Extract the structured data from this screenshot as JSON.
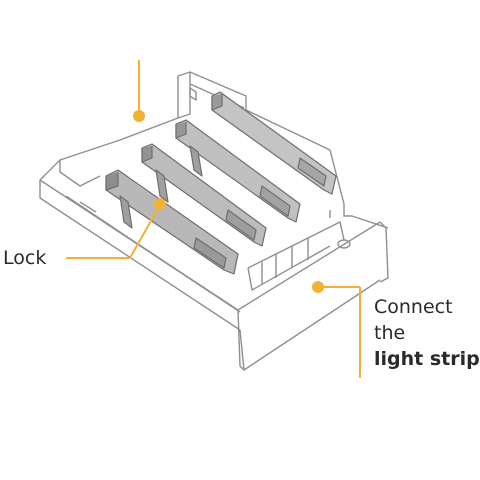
{
  "labels": {
    "lock": "Lock",
    "connect_line1": "Connect",
    "connect_line2": "the",
    "connect_line3": "light strip"
  },
  "colors": {
    "accent": "#f2b133",
    "outline": "#8a8a8a",
    "metal": "#b8b8b8",
    "metal_dark": "#6e6e6e",
    "text": "#2a2a2a"
  },
  "icons": {
    "connector": "strip-connector-illustration"
  }
}
